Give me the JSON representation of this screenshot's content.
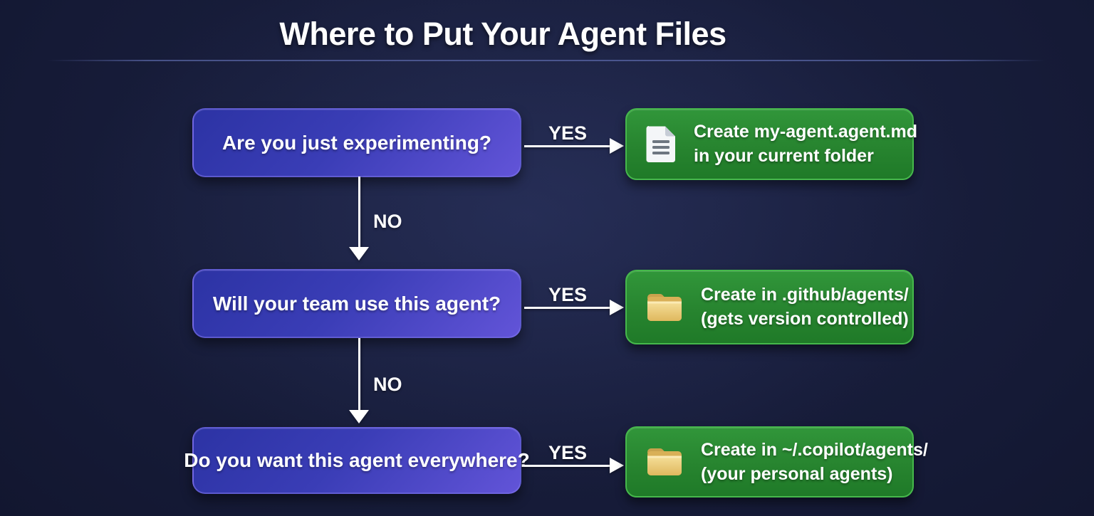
{
  "page": {
    "title": "Where to Put Your Agent Files"
  },
  "flow": {
    "yes_label": "YES",
    "no_label": "NO",
    "questions": [
      {
        "label": "Are you just experimenting?"
      },
      {
        "label": "Will your team use this agent?"
      },
      {
        "label": "Do you want this agent everywhere?"
      }
    ],
    "answers": [
      {
        "icon": "document-icon",
        "line1": "Create my-agent.agent.md",
        "line2": "in your current folder"
      },
      {
        "icon": "folder-icon",
        "line1": "Create in .github/agents/",
        "line2": "(gets version controlled)"
      },
      {
        "icon": "folder-icon",
        "line1": "Create in ~/.copilot/agents/",
        "line2": "(your personal agents)"
      }
    ]
  },
  "colors": {
    "background_center": "#1d2344",
    "background_edge": "#0f1228",
    "question_box_start": "#2c33a4",
    "question_box_end": "#6254d8",
    "answer_box_start": "#31963a",
    "answer_box_end": "#1f7a28",
    "answer_box_border": "#46b84c",
    "arrow": "#ffffff",
    "text": "#ffffff",
    "folder_icon_fill": "#e9c469",
    "document_icon_fill": "#f4f6f8"
  }
}
